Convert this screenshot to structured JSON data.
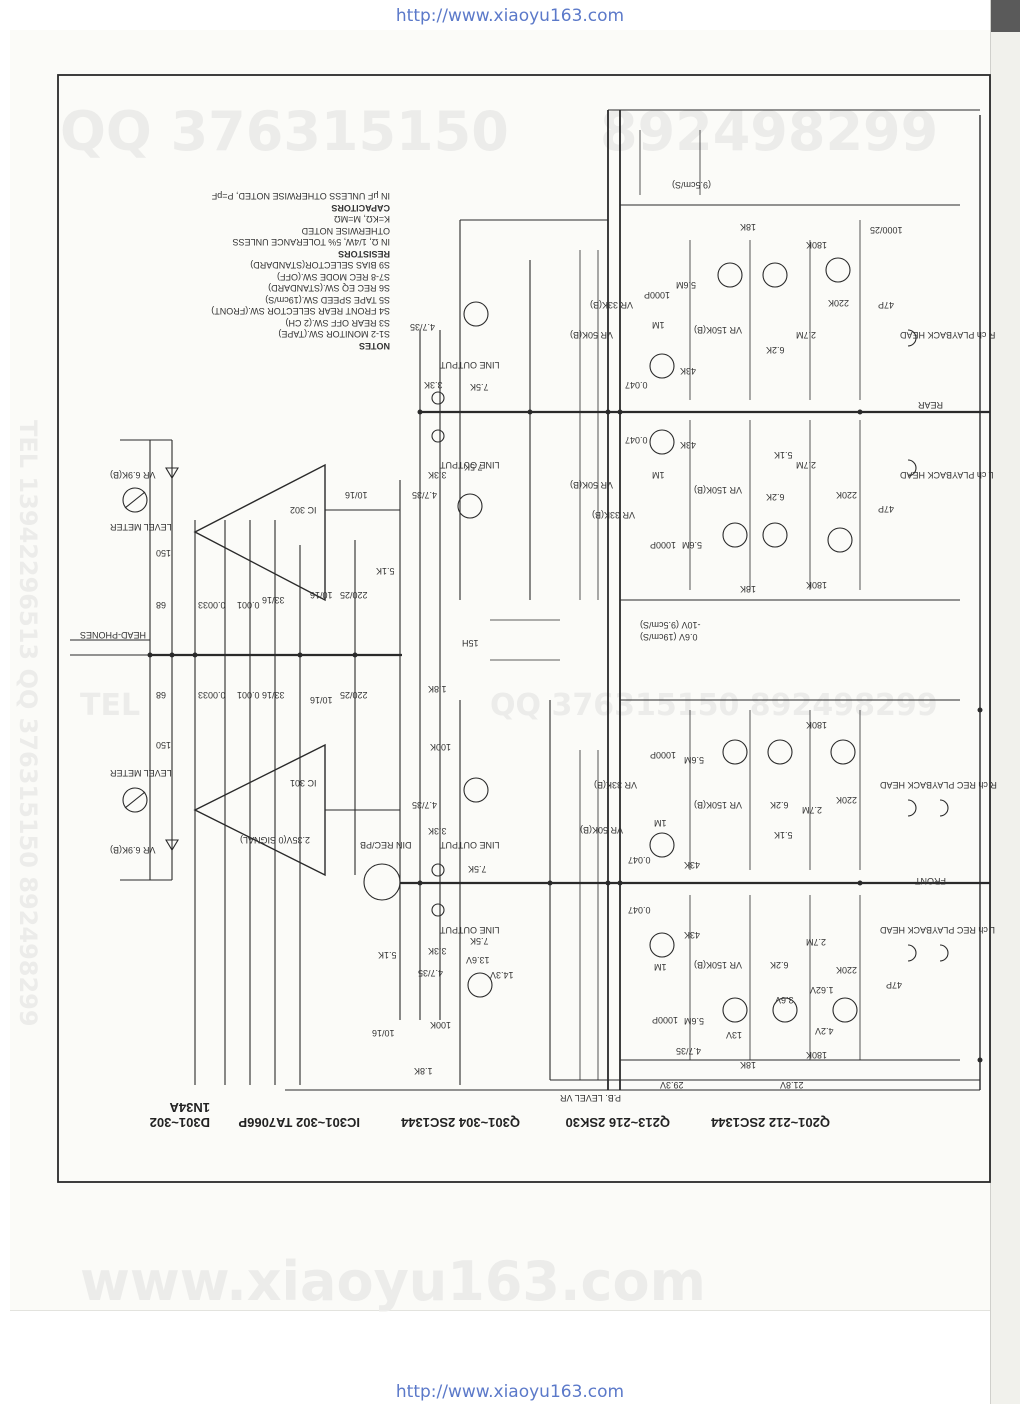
{
  "watermarks": {
    "url": "http://www.xiaoyu163.com",
    "qq": "QQ 376315150",
    "qq2": "892498299",
    "site": "www.xiaoyu163.com",
    "tel": "TEL 13942296513 QQ 376315150 892498299",
    "tel_short": "TEL",
    "qq_mid": "QQ 376315150 892498299"
  },
  "notes": {
    "title": "NOTES",
    "items": [
      "S1-2  MONITOR SW.(TAPE)",
      "S3  REAR OFF SW.(2 CH)",
      "S4  FRONT REAR SELECTOR SW.(FRONT)",
      "S5  TAPE SPEED SW.(19cm/S)",
      "S6  REC EQ SW.(STANDARD)",
      "S7-8  REC MODE SW.(OFF)",
      "S9  BIAS SELECTOR(STANDARD)"
    ],
    "resistors_title": "RESISTORS",
    "resistors": [
      "IN Ω, 1/4W, 5% TOLERANCE UNLESS OTHERWISE NOTED",
      "K=KΩ, M=MΩ"
    ],
    "capacitors_title": "CAPACITORS",
    "capacitors": [
      "IN μF UNLESS OTHERWISE NOTED, P=pF"
    ]
  },
  "parts_legend": [
    "Q201~212  2SC1344",
    "Q213~216  2SK30",
    "Q301~304  2SC1344",
    "IC301~302  TA7066P",
    "D301~302  1N34A"
  ],
  "labels": {
    "rch_playback_head": "R ch PLAYBACK HEAD",
    "lch_playback_head": "L ch PLAYBACK HEAD",
    "rch_rec_playback_head": "R ch REC PLAYBACK HEAD",
    "lch_rec_playback_head": "L ch REC PLAYBACK HEAD",
    "rear": "REAR",
    "front": "FRONT",
    "head_phones": "HEAD-PHONES",
    "level_meter": "LEVEL METER",
    "line_output": "LINE OUTPUT",
    "din_rec_pb": "DIN REC/PB",
    "pb_level_vr": "P.B. LEVEL VR",
    "signal": "2.35V(0 SIGNAL)",
    "ic301": "IC 301",
    "ic302": "IC 302",
    "voltage_a": "0.6V (19cm/S)",
    "voltage_b": "-10V (9.5cm/S)",
    "v_29_3": "29.3V",
    "v_21_8": "21.8V",
    "v_13_6": "13.6V",
    "v_14_3": "14.3V",
    "v_13": "13V",
    "v_3_6": "3.6V",
    "v_4_2": "4.2V",
    "v_1_62": "1.62V",
    "vr_69k": "VR 6.9K(B)",
    "vr_50k": "VR 50K(B)",
    "vr_33k": "VR 33K(B)",
    "vr_150k": "VR 150K(B)",
    "r_15h": "15H",
    "r_1_8k": "1.8K",
    "r_100k": "100K",
    "c_220_25": "220/25",
    "c_33_16": "33/16",
    "c_0_001": "0.001",
    "c_0_0033": "0.0033",
    "c_10_16": "10/16",
    "c_47_35": "4.7/35",
    "c_1000p": "1000P",
    "c_47p": "47P",
    "c_0_047": "0.047",
    "c_1000_25": "1000/25",
    "r_68": "68",
    "r_150": "150",
    "r_51k": "5.1K",
    "r_18k": "18K",
    "r_180k": "180K",
    "r_220k": "220K",
    "r_2_7m": "2.7M",
    "r_43k": "43K",
    "r_5_6m": "5.6M",
    "r_62k": "6.2K",
    "r_1m": "1M",
    "r_75k": "7.5K",
    "r_3_3k": "3.3K",
    "cm_label": "(9.5cm/S)"
  },
  "colors": {
    "ink": "#2a2a2a",
    "paper": "#fbfbf8",
    "url": "#5b79c9",
    "watermark": "#ececea"
  }
}
